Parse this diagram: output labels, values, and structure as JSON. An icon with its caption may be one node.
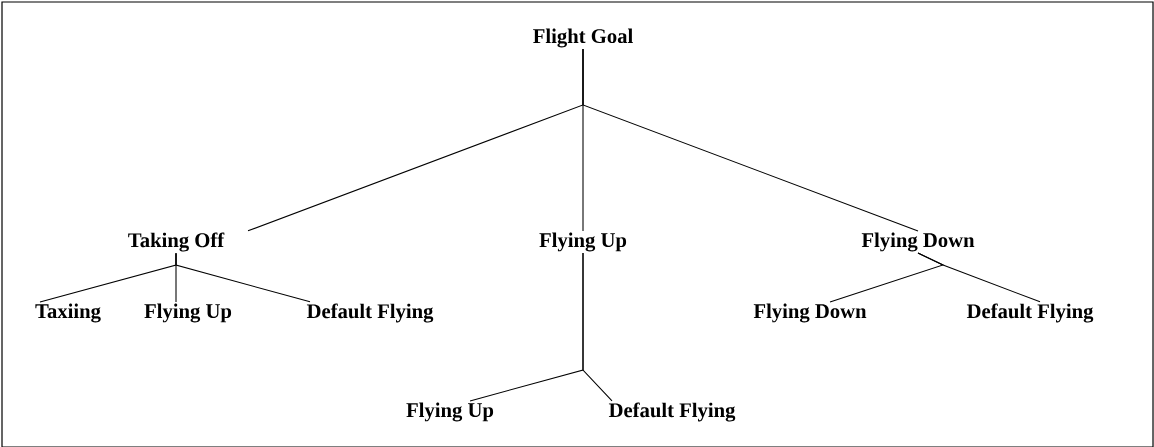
{
  "diagram": {
    "nodes": [
      {
        "text": [
          "Flight Goal"
        ]
      },
      {
        "text": [
          "Taking Off"
        ]
      },
      {
        "text": [
          "Flying Up"
        ]
      },
      {
        "text": [
          "Flying Down"
        ]
      },
      {
        "text": [
          "Taxiing"
        ]
      },
      {
        "text": [
          "Flying Up"
        ]
      },
      {
        "text": [
          "Default Flying"
        ]
      },
      {
        "text": [
          "Flying Up"
        ]
      },
      {
        "text": [
          "Default Flying"
        ]
      },
      {
        "text": [
          "Flying Down"
        ]
      },
      {
        "text": [
          "Default Flying"
        ]
      }
    ],
    "edges": [
      {
        "from": 0,
        "to": 1,
        "arrow": "none"
      },
      {
        "from": 0,
        "to": 2,
        "arrow": "none"
      },
      {
        "from": 0,
        "to": 3,
        "arrow": "none"
      },
      {
        "from": 1,
        "to": 4,
        "arrow": "none"
      },
      {
        "from": 1,
        "to": 5,
        "arrow": "none"
      },
      {
        "from": 1,
        "to": 6,
        "arrow": "none"
      },
      {
        "from": 2,
        "to": 7,
        "arrow": "none"
      },
      {
        "from": 2,
        "to": 8,
        "arrow": "none"
      },
      {
        "from": 3,
        "to": 9,
        "arrow": "none"
      },
      {
        "from": 3,
        "to": 10,
        "arrow": "none"
      }
    ]
  }
}
